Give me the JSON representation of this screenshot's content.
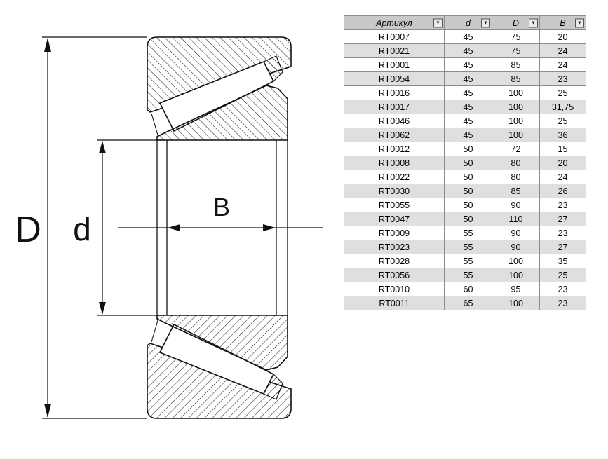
{
  "diagram": {
    "label_outer_diameter": "D",
    "label_bore_diameter": "d",
    "label_width": "B"
  },
  "table": {
    "headers": [
      {
        "key": "article",
        "label": "Артикул"
      },
      {
        "key": "d",
        "label": "d"
      },
      {
        "key": "D",
        "label": "D"
      },
      {
        "key": "B",
        "label": "B"
      }
    ],
    "rows": [
      [
        "RT0007",
        "45",
        "75",
        "20"
      ],
      [
        "RT0021",
        "45",
        "75",
        "24"
      ],
      [
        "RT0001",
        "45",
        "85",
        "24"
      ],
      [
        "RT0054",
        "45",
        "85",
        "23"
      ],
      [
        "RT0016",
        "45",
        "100",
        "25"
      ],
      [
        "RT0017",
        "45",
        "100",
        "31,75"
      ],
      [
        "RT0046",
        "45",
        "100",
        "25"
      ],
      [
        "RT0062",
        "45",
        "100",
        "36"
      ],
      [
        "RT0012",
        "50",
        "72",
        "15"
      ],
      [
        "RT0008",
        "50",
        "80",
        "20"
      ],
      [
        "RT0022",
        "50",
        "80",
        "24"
      ],
      [
        "RT0030",
        "50",
        "85",
        "26"
      ],
      [
        "RT0055",
        "50",
        "90",
        "23"
      ],
      [
        "RT0047",
        "50",
        "110",
        "27"
      ],
      [
        "RT0009",
        "55",
        "90",
        "23"
      ],
      [
        "RT0023",
        "55",
        "90",
        "27"
      ],
      [
        "RT0028",
        "55",
        "100",
        "35"
      ],
      [
        "RT0056",
        "55",
        "100",
        "25"
      ],
      [
        "RT0010",
        "60",
        "95",
        "23"
      ],
      [
        "RT0011",
        "65",
        "100",
        "23"
      ]
    ]
  },
  "icons": {
    "filter_dropdown": "▼"
  },
  "colors": {
    "header_bg": "#c9c9c9",
    "row_alt_bg": "#dfdfdf",
    "grid_line": "#8c8c8c",
    "drawing_line": "#111111"
  }
}
